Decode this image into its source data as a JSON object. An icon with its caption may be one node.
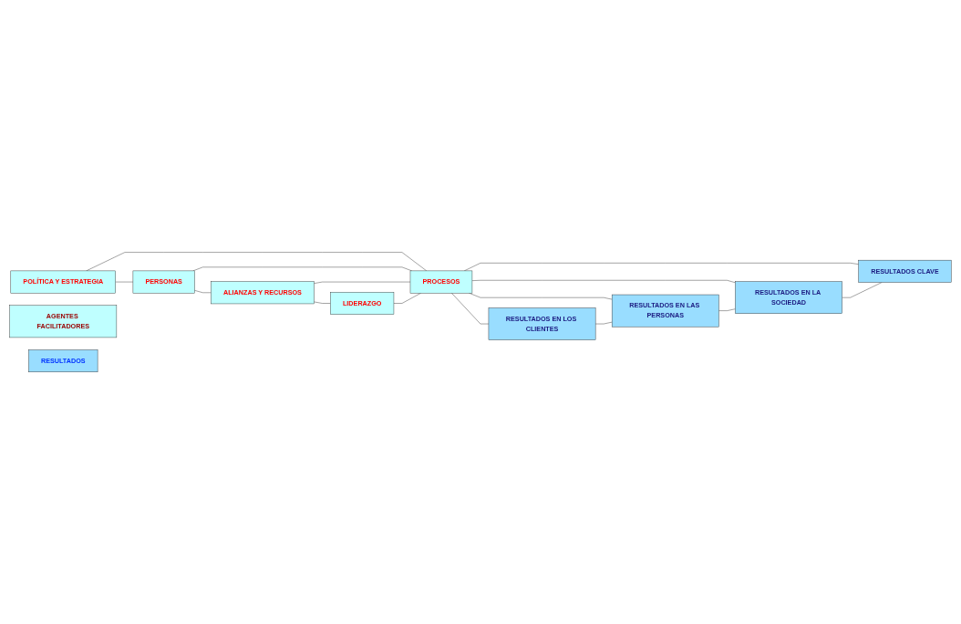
{
  "diagram": {
    "nodes": [
      {
        "text": [
          "POLÍTICA Y ESTRATEGIA"
        ]
      },
      {
        "text": [
          "PERSONAS"
        ]
      },
      {
        "text": [
          "ALIANZAS Y RECURSOS"
        ]
      },
      {
        "text": [
          "LIDERAZGO"
        ]
      },
      {
        "text": [
          "PROCESOS"
        ]
      },
      {
        "text": [
          "RESULTADOS EN LOS CLIENTES"
        ]
      },
      {
        "text": [
          "RESULTADOS EN LAS PERSONAS"
        ]
      },
      {
        "text": [
          "RESULTADOS EN LA SOCIEDAD"
        ]
      },
      {
        "text": [
          "RESULTADOS CLAVE"
        ]
      },
      {
        "text": [
          "AGENTES FACILITADORES"
        ]
      },
      {
        "text": [
          "RESULTADOS"
        ]
      }
    ],
    "edges": [
      {
        "from": 0,
        "to": 1,
        "arrow": "none"
      },
      {
        "from": 1,
        "to": 2,
        "arrow": "none"
      },
      {
        "from": 2,
        "to": 3,
        "arrow": "none"
      },
      {
        "from": 0,
        "to": 4,
        "arrow": "none"
      },
      {
        "from": 1,
        "to": 4,
        "arrow": "none"
      },
      {
        "from": 2,
        "to": 4,
        "arrow": "none"
      },
      {
        "from": 3,
        "to": 4,
        "arrow": "none"
      },
      {
        "from": 4,
        "to": 5,
        "arrow": "none"
      },
      {
        "from": 4,
        "to": 6,
        "arrow": "none"
      },
      {
        "from": 4,
        "to": 7,
        "arrow": "none"
      },
      {
        "from": 4,
        "to": 8,
        "arrow": "none"
      },
      {
        "from": 5,
        "to": 6,
        "arrow": "none"
      },
      {
        "from": 6,
        "to": 7,
        "arrow": "none"
      },
      {
        "from": 7,
        "to": 8,
        "arrow": "none"
      }
    ]
  }
}
